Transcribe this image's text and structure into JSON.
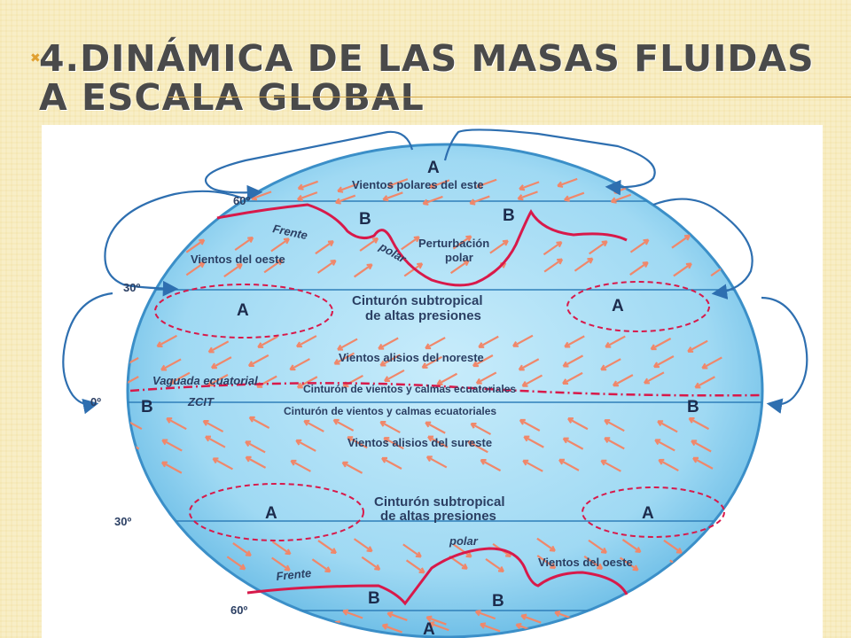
{
  "slide": {
    "title": "4.Dinámica de las masas fluidas a escala global"
  },
  "diagram": {
    "latitudes": [
      "60º",
      "30º",
      "0º",
      "30º",
      "60º"
    ],
    "labels": {
      "polar_easterlies": "Vientos polares del este",
      "front_top": "Frente",
      "polar_top": "polar",
      "polar_disturbance_line1": "Perturbación",
      "polar_disturbance_line2": "polar",
      "westerlies_top": "Vientos del oeste",
      "subtropical_top_line1": "Cinturón subtropical",
      "subtropical_top_line2": "de altas presiones",
      "ne_trades": "Vientos alisios del noreste",
      "equatorial_trough": "Vaguada ecuatorial",
      "calms_line1": "Cinturón de vientos y calmas ecuatoriales",
      "zcit": "ZCIT",
      "calms_line2": "Cinturón de vientos y calmas ecuatoriales",
      "se_trades": "Vientos alisios del sureste",
      "subtropical_bottom_line1": "Cinturón subtropical",
      "subtropical_bottom_line2": "de altas presiones",
      "polar_bottom": "polar",
      "westerlies_bottom": "Vientos del oeste",
      "front_bottom": "Frente"
    },
    "pressure": {
      "high": "A",
      "low": "B"
    },
    "colors": {
      "globe": "#8fd0ef",
      "front": "#d8194a",
      "wind_arrow": "#f0876a",
      "cell_arrow": "#2e6fb0",
      "label": "#2b3f63"
    }
  }
}
